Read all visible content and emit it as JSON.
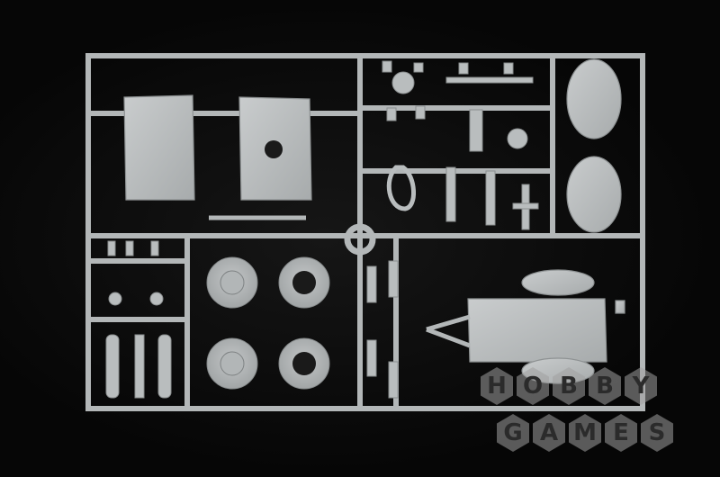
{
  "scene": {
    "background_color": "#050505",
    "plastic_color": "#b8bcbd",
    "subject": "model-kit-sprue"
  },
  "watermark": {
    "line1": [
      "H",
      "O",
      "B",
      "B",
      "Y"
    ],
    "line2": [
      "G",
      "A",
      "M",
      "E",
      "S"
    ]
  }
}
